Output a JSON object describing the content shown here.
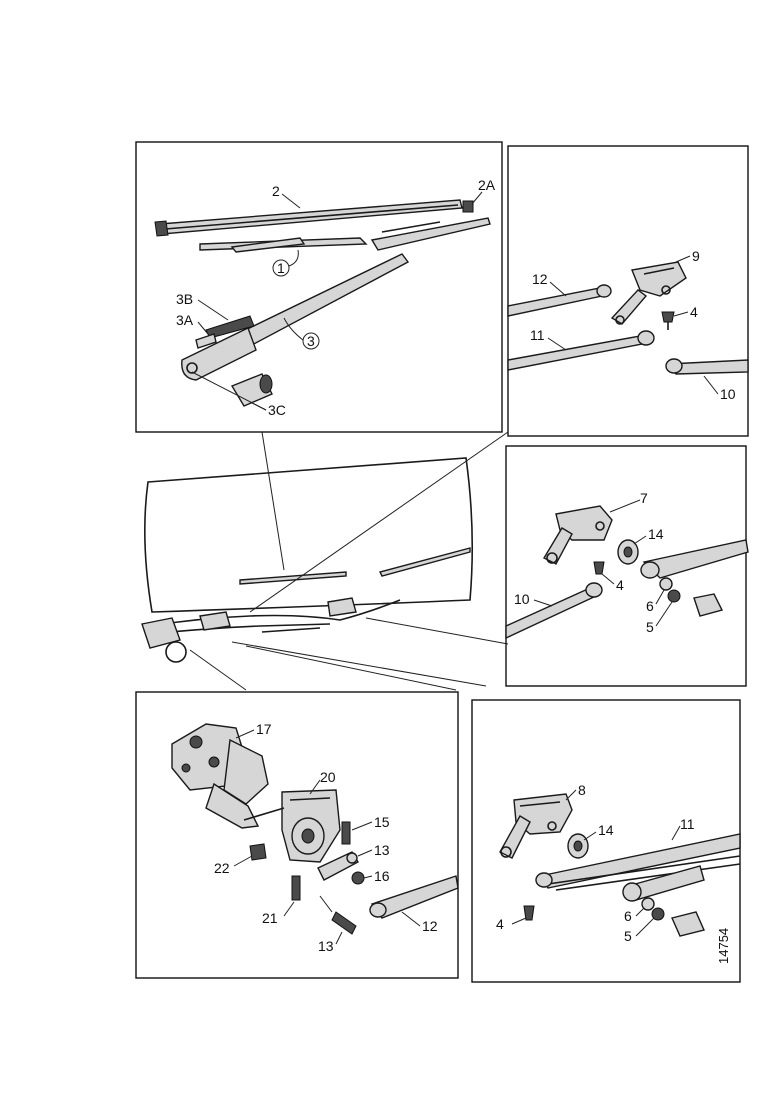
{
  "figure_ref": "14754",
  "panels": {
    "blade_arm": {
      "labels": {
        "blade": "2",
        "blade_insert": "2A",
        "arm_left": "1",
        "arm_right": "3",
        "arm_pivot": "3A",
        "arm_cover": "3B",
        "cap": "3C"
      }
    },
    "link_upper_right": {
      "labels": {
        "bracket": "9",
        "link_upper": "12",
        "link_lower": "11",
        "screw": "4",
        "link_short": "10"
      }
    },
    "link_mid_right": {
      "labels": {
        "bracket": "7",
        "bushing": "14",
        "screw": "4",
        "link": "10",
        "washer": "6",
        "nut": "5"
      }
    },
    "motor": {
      "labels": {
        "motor": "17",
        "bracket": "20",
        "bolt_top": "15",
        "spacer": "13",
        "nut": "16",
        "bolt_left": "22",
        "screw": "21",
        "bolt_bottom": "13",
        "link": "12"
      }
    },
    "link_lower_right": {
      "labels": {
        "bracket": "8",
        "bushing": "14",
        "link": "11",
        "screw": "4",
        "washer": "6",
        "nut": "5"
      }
    }
  }
}
